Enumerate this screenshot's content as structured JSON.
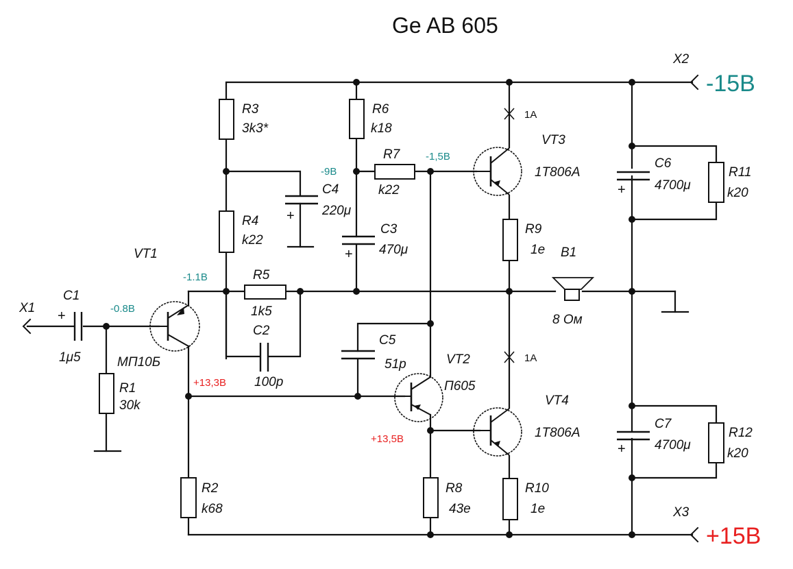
{
  "title": "Ge AB 605",
  "colors": {
    "negative_voltage": "#1a8a8a",
    "positive_voltage": "#e82020",
    "wire": "#111111"
  },
  "connectors": {
    "x1": {
      "ref": "X1"
    },
    "x2": {
      "ref": "X2",
      "voltage": "-15В"
    },
    "x3": {
      "ref": "X3",
      "voltage": "+15В"
    }
  },
  "capacitors": {
    "c1": {
      "ref": "C1",
      "value": "1μ5",
      "polarity": "+"
    },
    "c2": {
      "ref": "C2",
      "value": "100p"
    },
    "c3": {
      "ref": "C3",
      "value": "470μ",
      "polarity": "+"
    },
    "c4": {
      "ref": "C4",
      "value": "220μ",
      "polarity": "+"
    },
    "c5": {
      "ref": "C5",
      "value": "51p"
    },
    "c6": {
      "ref": "C6",
      "value": "4700μ",
      "polarity": "+"
    },
    "c7": {
      "ref": "C7",
      "value": "4700μ",
      "polarity": "+"
    }
  },
  "resistors": {
    "r1": {
      "ref": "R1",
      "value": "30k"
    },
    "r2": {
      "ref": "R2",
      "value": "k68"
    },
    "r3": {
      "ref": "R3",
      "value": "3k3*"
    },
    "r4": {
      "ref": "R4",
      "value": "k22"
    },
    "r5": {
      "ref": "R5",
      "value": "1k5"
    },
    "r6": {
      "ref": "R6",
      "value": "k18"
    },
    "r7": {
      "ref": "R7",
      "value": "k22"
    },
    "r8": {
      "ref": "R8",
      "value": "43е"
    },
    "r9": {
      "ref": "R9",
      "value": "1е"
    },
    "r10": {
      "ref": "R10",
      "value": "1е"
    },
    "r11": {
      "ref": "R11",
      "value": "k20"
    },
    "r12": {
      "ref": "R12",
      "value": "k20"
    }
  },
  "transistors": {
    "vt1": {
      "ref": "VT1",
      "type": "МП10Б"
    },
    "vt2": {
      "ref": "VT2",
      "type": "П605"
    },
    "vt3": {
      "ref": "VT3",
      "type": "1Т806А"
    },
    "vt4": {
      "ref": "VT4",
      "type": "1Т806А"
    }
  },
  "speaker": {
    "ref": "B1",
    "value": "8 Ом"
  },
  "current_marks": {
    "top": "1A",
    "bottom": "1A"
  },
  "voltages": {
    "vt1_base": "-0.8В",
    "vt1_emitter": "-1.1В",
    "vt1_collector": "+13,3В",
    "r6_node": "-9В",
    "vt3_base": "-1,5В",
    "vt2_emitter": "+13,5В"
  }
}
